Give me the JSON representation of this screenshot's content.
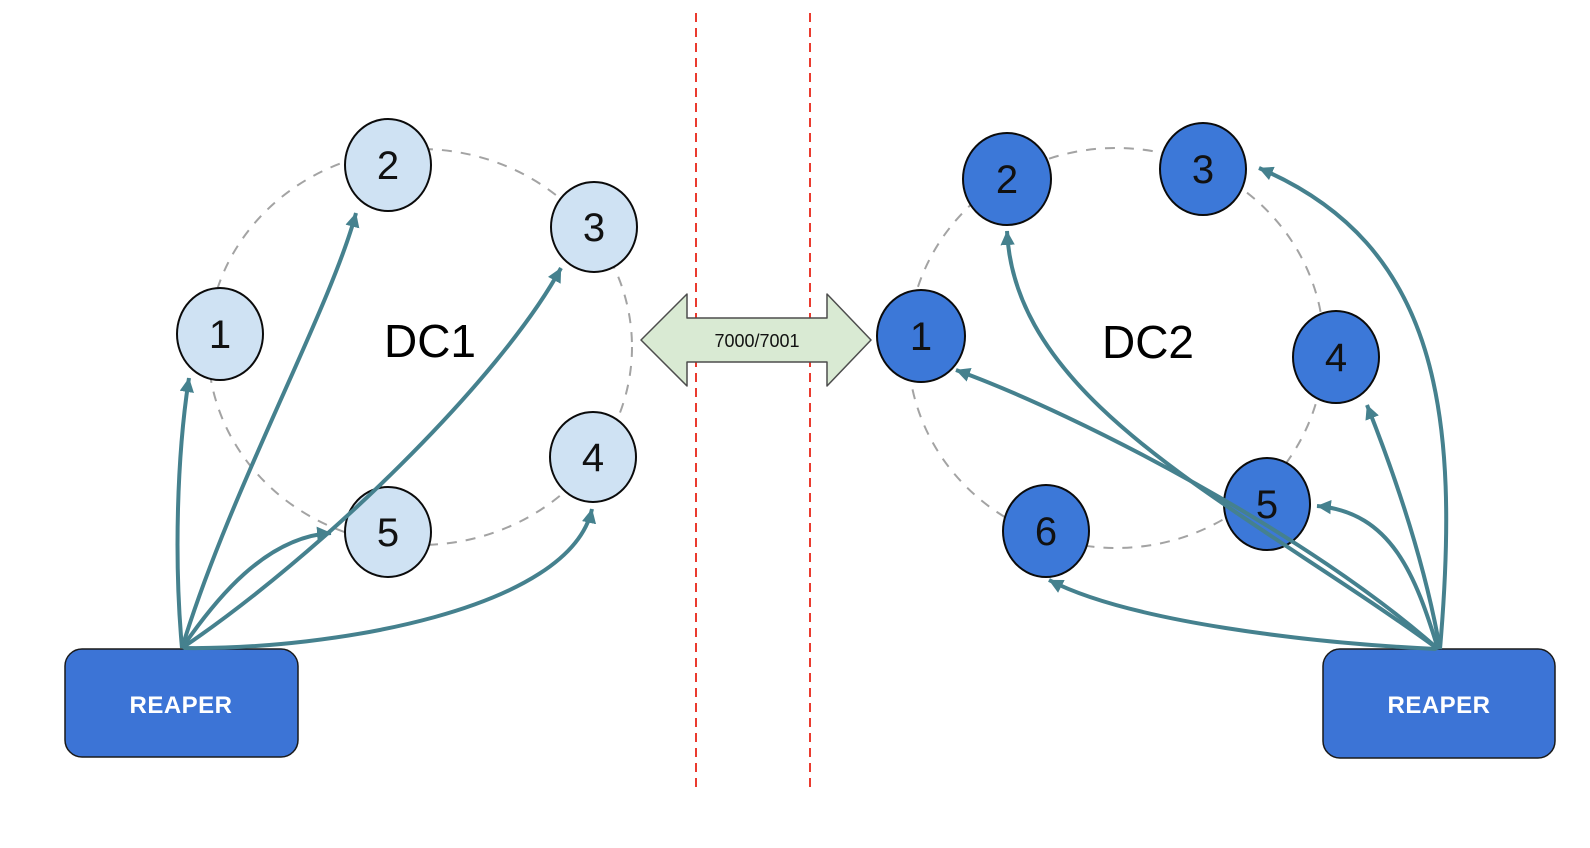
{
  "diagram": {
    "type": "cassandra-multi-datacenter-reaper-topology",
    "colors": {
      "dc1_node_fill": "#cfe2f3",
      "dc2_node_fill": "#3c78d8",
      "node_border": "#0b0b0b",
      "reaper_fill": "#3c74d6",
      "reaper_text": "#ffffff",
      "arrow_teal": "#45818e",
      "ring_dashed_gray": "#a3a3a3",
      "boundary_dashed_red": "#ea3b2f",
      "link_arrow_fill": "#d9ead3",
      "link_arrow_border": "#4d4d4d"
    },
    "dc1": {
      "label": "DC1",
      "reaper_label": "REAPER",
      "nodes": [
        {
          "label": "1"
        },
        {
          "label": "2"
        },
        {
          "label": "3"
        },
        {
          "label": "4"
        },
        {
          "label": "5"
        }
      ]
    },
    "dc2": {
      "label": "DC2",
      "reaper_label": "REAPER",
      "nodes": [
        {
          "label": "1"
        },
        {
          "label": "2"
        },
        {
          "label": "3"
        },
        {
          "label": "4"
        },
        {
          "label": "5"
        },
        {
          "label": "6"
        }
      ]
    },
    "link": {
      "label": "7000/7001",
      "type": "bidirectional"
    },
    "connections": {
      "dc1_reaper_to_nodes": [
        "1",
        "2",
        "3",
        "4",
        "5"
      ],
      "dc2_reaper_to_nodes": [
        "1",
        "2",
        "3",
        "4",
        "5",
        "6"
      ],
      "dc1_dc2_link_ports": "7000/7001"
    }
  }
}
